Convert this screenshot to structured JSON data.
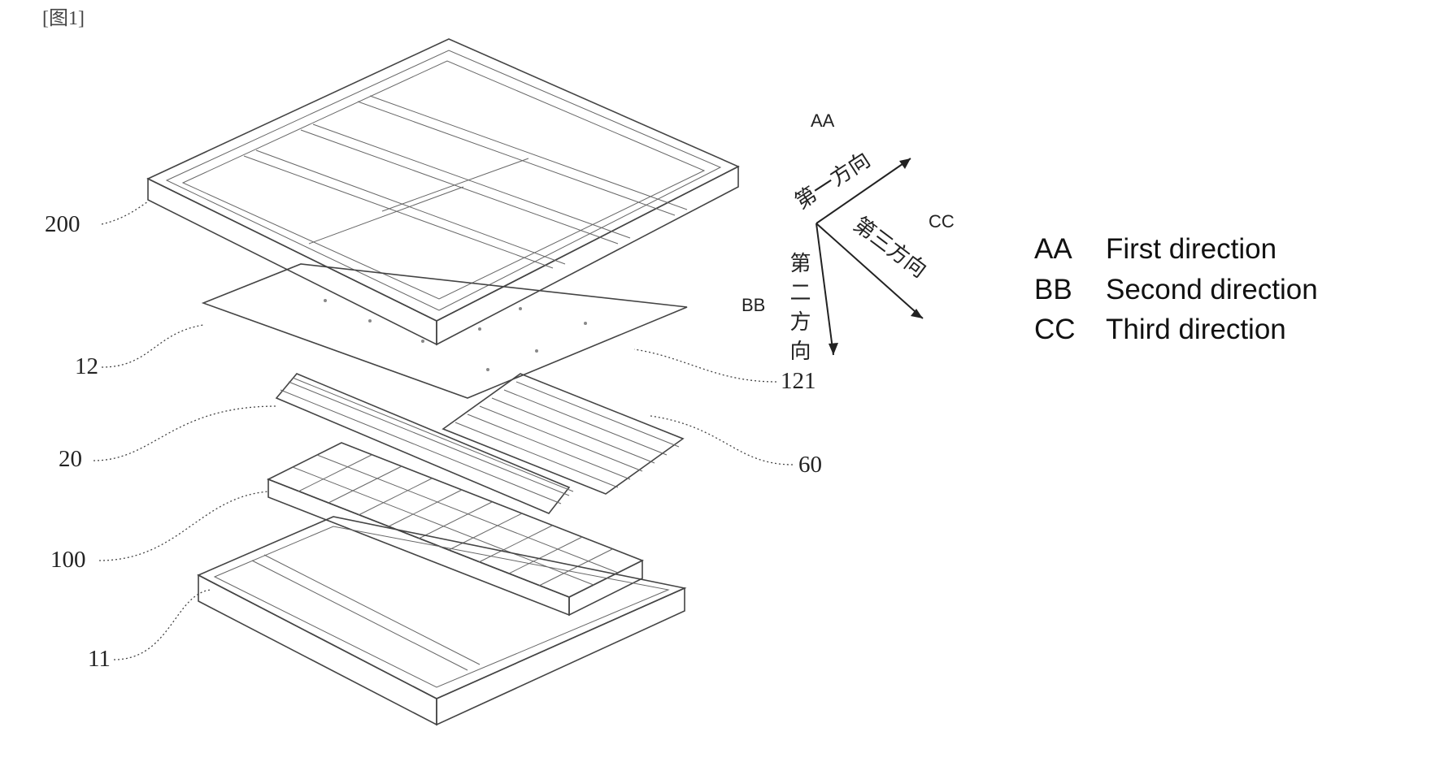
{
  "figure": {
    "title": "[图1]"
  },
  "labels": {
    "l200": "200",
    "l12": "12",
    "l121": "121",
    "l20": "20",
    "l60": "60",
    "l100": "100",
    "l11": "11"
  },
  "axes": {
    "aa_tag": "AA",
    "bb_tag": "BB",
    "cc_tag": "CC",
    "first_direction_cn": "第一方向",
    "second_direction_cn": "第二方向",
    "third_direction_cn": "第三方向"
  },
  "legend": [
    {
      "code": "AA",
      "text": "First direction"
    },
    {
      "code": "BB",
      "text": "Second direction"
    },
    {
      "code": "CC",
      "text": "Third direction"
    }
  ]
}
